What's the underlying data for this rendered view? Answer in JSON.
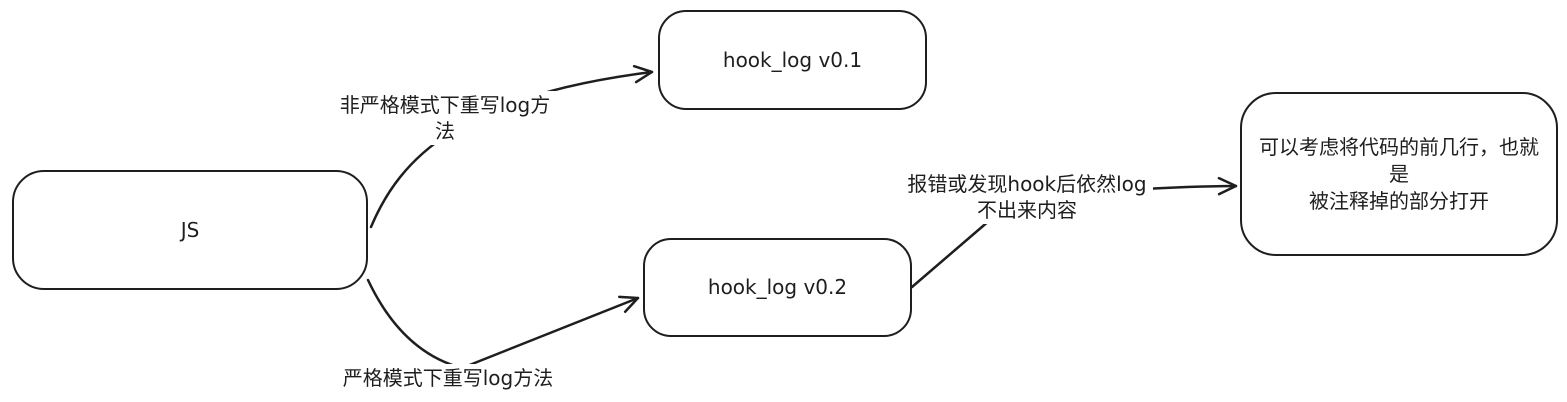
{
  "diagram": {
    "type": "flowchart",
    "background_color": "#ffffff",
    "stroke_color": "#1e1e1e",
    "text_color": "#1e1e1e",
    "nodes": [
      {
        "id": "js",
        "label": "JS"
      },
      {
        "id": "hook-log-v01",
        "label": "hook_log v0.1"
      },
      {
        "id": "hook-log-v02",
        "label": "hook_log v0.2"
      },
      {
        "id": "fix-suggestion",
        "label": "可以考虑将代码的前几行，也就是\n被注释掉的部分打开"
      }
    ],
    "edges": [
      {
        "id": "js-to-v01",
        "from": "js",
        "to": "hook-log-v01",
        "label": "非严格模式下重写log方\n法"
      },
      {
        "id": "js-to-v02",
        "from": "js",
        "to": "hook-log-v02",
        "label": "严格模式下重写log方法"
      },
      {
        "id": "v02-to-fix",
        "from": "hook-log-v02",
        "to": "fix-suggestion",
        "label": "报错或发现hook后依然log\n不出来内容"
      }
    ]
  }
}
